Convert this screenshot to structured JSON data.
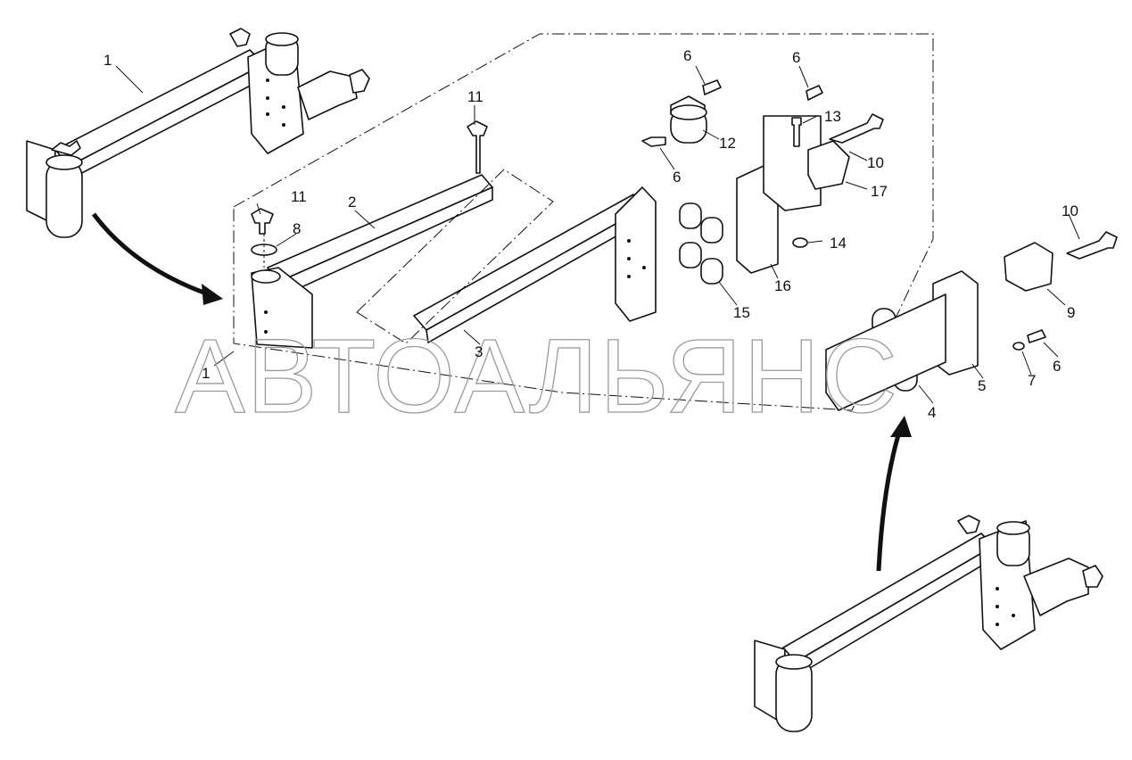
{
  "diagram": {
    "watermark": "АВТОАЛЬЯНС",
    "callouts": {
      "c1a": "1",
      "c1b": "1",
      "c2": "2",
      "c3": "3",
      "c4": "4",
      "c5": "5",
      "c6a": "6",
      "c6b": "6",
      "c6c": "6",
      "c6d": "6",
      "c7": "7",
      "c8": "8",
      "c9": "9",
      "c10a": "10",
      "c10b": "10",
      "c11a": "11",
      "c11b": "11",
      "c12": "12",
      "c13": "13",
      "c14": "14",
      "c15": "15",
      "c16": "16",
      "c17": "17"
    }
  }
}
